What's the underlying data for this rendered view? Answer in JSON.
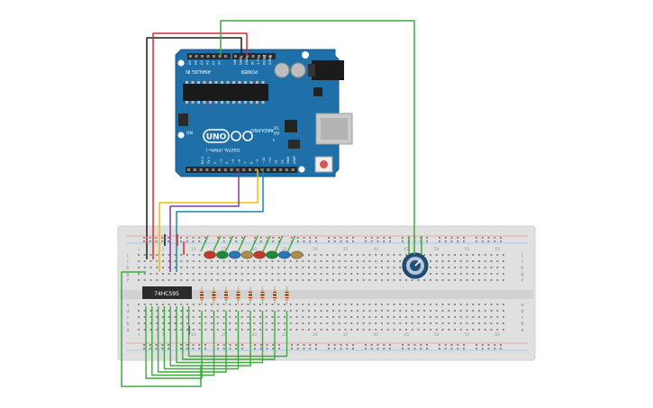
{
  "arduino": {
    "brand": "ARDUINO",
    "model": "UNO",
    "analog_in_label": "ANALOG IN",
    "power_label": "POWER",
    "digital_label": "DIGITAL (PWM~)",
    "tx_label": "TX",
    "rx_label": "RX",
    "led_l_label": "L",
    "on_label": "ON",
    "analog_pins": [
      "A5",
      "A4",
      "A3",
      "A2",
      "A1",
      "A0"
    ],
    "power_pins": [
      "VIN",
      "GND",
      "GND",
      "5V",
      "3.3V",
      "RESET",
      "IOREF"
    ],
    "digital_pins": [
      "AREF",
      "GND",
      "13",
      "12",
      "~11",
      "~10",
      "~9",
      "8",
      "7",
      "~6",
      "~5",
      "4",
      "~3",
      "2",
      "TX 1",
      "RX 0"
    ]
  },
  "chip": {
    "label": "74HC595"
  },
  "breadboard": {
    "row_letters_top": [
      "j",
      "i",
      "h",
      "g",
      "f"
    ],
    "row_letters_bottom": [
      "e",
      "d",
      "c",
      "b",
      "a"
    ],
    "column_numbers": [
      "1",
      "5",
      "10",
      "15",
      "20",
      "25",
      "30",
      "35",
      "40",
      "45",
      "50",
      "55",
      "60"
    ]
  },
  "leds": {
    "colors": [
      "#c0392b",
      "#1f8a3c",
      "#2b74b8",
      "#a88f4a",
      "#c0392b",
      "#1f8a3c",
      "#2b74b8",
      "#a88f4a"
    ]
  },
  "wire_colors": {
    "black": "#1a1a1a",
    "red": "#d32f2f",
    "yellow": "#e6c200",
    "purple": "#7b3fa0",
    "teal": "#1e88a8",
    "green": "#3daa3d"
  },
  "board_color": "#1f6fa8"
}
